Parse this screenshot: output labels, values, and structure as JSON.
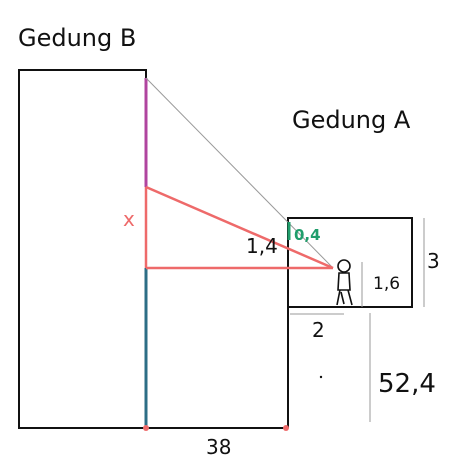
{
  "labels": {
    "building_b": "Gedung B",
    "building_a": "Gedung A",
    "unknown_x": "x",
    "hyp_value": "1,4",
    "top_offset": "0,4",
    "room_height": "3",
    "person_height": "1,6",
    "person_distance": "2",
    "building_a_height": "52,4",
    "ground_distance": "38"
  },
  "colors": {
    "outline": "#111111",
    "red": "#ee6a6a",
    "magenta": "#b0449f",
    "teal": "#2d6e86",
    "green": "#1f9d6b",
    "grey": "#9a9a9a"
  }
}
